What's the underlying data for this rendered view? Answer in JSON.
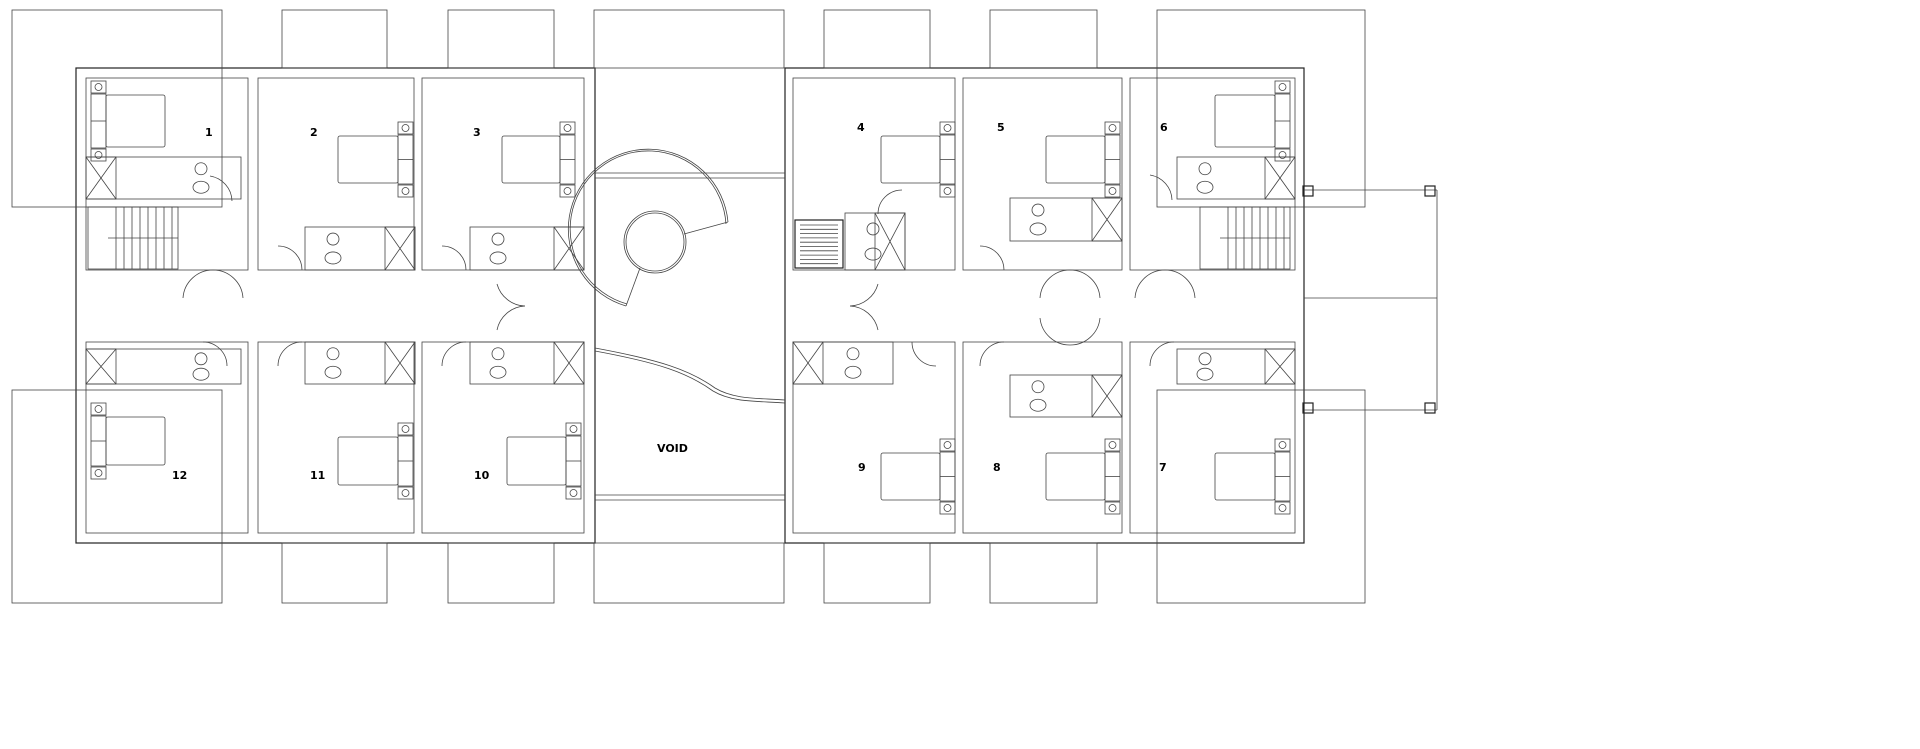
{
  "plan": {
    "rooms": [
      {
        "number": "1"
      },
      {
        "number": "2"
      },
      {
        "number": "3"
      },
      {
        "number": "4"
      },
      {
        "number": "5"
      },
      {
        "number": "6"
      },
      {
        "number": "7"
      },
      {
        "number": "8"
      },
      {
        "number": "9"
      },
      {
        "number": "10"
      },
      {
        "number": "11"
      },
      {
        "number": "12"
      }
    ],
    "void_label": "VOID",
    "line_color": "#222222",
    "background": "#ffffff"
  }
}
